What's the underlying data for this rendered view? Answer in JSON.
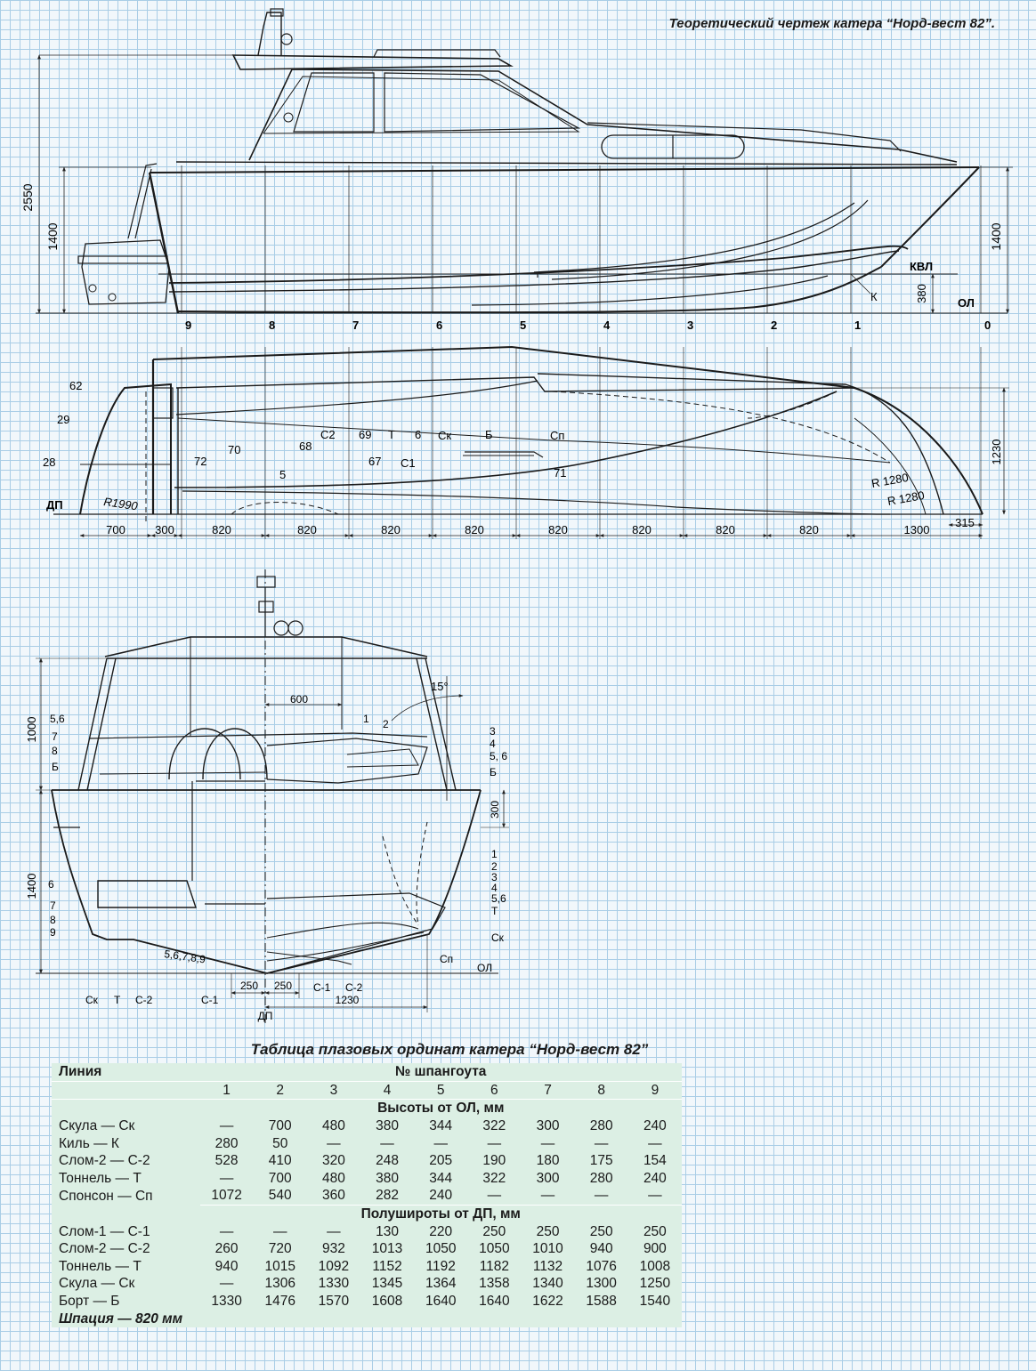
{
  "title": "Теоретический чертеж катера “Норд-вест 82”.",
  "profile": {
    "dims_left": [
      "2550",
      "1400"
    ],
    "dims_right": [
      "1400",
      "380"
    ],
    "waterlines": [
      "КВЛ",
      "ОЛ"
    ],
    "k_label": "К",
    "frames": [
      "9",
      "8",
      "7",
      "6",
      "5",
      "4",
      "3",
      "2",
      "1",
      "0"
    ]
  },
  "plan": {
    "labels": [
      "62",
      "29",
      "28",
      "72",
      "70",
      "5",
      "68",
      "С2",
      "69",
      "Т",
      "6",
      "Ск",
      "Б",
      "Сп",
      "67",
      "С1",
      "71"
    ],
    "dp": "ДП",
    "radii": [
      "R1990",
      "R 1280",
      "R 1280"
    ],
    "height_dim": "1230",
    "bottom_dims": [
      "700",
      "300",
      "820",
      "820",
      "820",
      "820",
      "820",
      "820",
      "820",
      "820",
      "1300"
    ],
    "right_dim": "315"
  },
  "body": {
    "dims_left": [
      "1000",
      "1400"
    ],
    "left_top_labels": [
      "5,6",
      "7",
      "8",
      "Б"
    ],
    "left_bot_labels": [
      "6",
      "7",
      "8",
      "9"
    ],
    "right_top_labels": [
      "3",
      "4",
      "5, 6",
      "Б"
    ],
    "right_bot_labels": [
      "1",
      "2",
      "3",
      "4",
      "5,6",
      "Т",
      "Ск",
      "Сп"
    ],
    "inner_labels": [
      "1",
      "2"
    ],
    "angle": "15°",
    "width_600": "600",
    "dim_300": "300",
    "ol": "ОЛ",
    "frame_set": "5,6,7,8,9",
    "bottom_labels": [
      "Ск",
      "Т",
      "С-2",
      "С-1",
      "С-1",
      "С-2"
    ],
    "bottom_dims": [
      "250",
      "250"
    ],
    "dim_1230": "1230",
    "dp": "ДП"
  },
  "table": {
    "title": "Таблица плазовых ординат катера “Норд-вест 82”",
    "col_line": "Линия",
    "col_frames": "№ шпангоута",
    "frames": [
      "1",
      "2",
      "3",
      "4",
      "5",
      "6",
      "7",
      "8",
      "9"
    ],
    "section1": "Высоты от ОЛ, мм",
    "rows1": [
      {
        "name": "Скула — Ск",
        "values": [
          "—",
          "700",
          "480",
          "380",
          "344",
          "322",
          "300",
          "280",
          "240"
        ]
      },
      {
        "name": "Киль — К",
        "values": [
          "280",
          "50",
          "—",
          "—",
          "—",
          "—",
          "—",
          "—",
          "—"
        ]
      },
      {
        "name": "Слом-2 — С-2",
        "values": [
          "528",
          "410",
          "320",
          "248",
          "205",
          "190",
          "180",
          "175",
          "154"
        ]
      },
      {
        "name": "Тоннель — Т",
        "values": [
          "—",
          "700",
          "480",
          "380",
          "344",
          "322",
          "300",
          "280",
          "240"
        ]
      },
      {
        "name": "Спонсон — Сп",
        "values": [
          "1072",
          "540",
          "360",
          "282",
          "240",
          "—",
          "—",
          "—",
          "—"
        ]
      }
    ],
    "section2": "Полушироты от ДП, мм",
    "rows2": [
      {
        "name": "Слом-1 — С-1",
        "values": [
          "—",
          "—",
          "—",
          "130",
          "220",
          "250",
          "250",
          "250",
          "250"
        ]
      },
      {
        "name": "Слом-2 — С-2",
        "values": [
          "260",
          "720",
          "932",
          "1013",
          "1050",
          "1050",
          "1010",
          "940",
          "900"
        ]
      },
      {
        "name": "Тоннель — Т",
        "values": [
          "940",
          "1015",
          "1092",
          "1152",
          "1192",
          "1182",
          "1132",
          "1076",
          "1008"
        ]
      },
      {
        "name": "Скула — Ск",
        "values": [
          "—",
          "1306",
          "1330",
          "1345",
          "1364",
          "1358",
          "1340",
          "1300",
          "1250"
        ]
      },
      {
        "name": "Борт — Б",
        "values": [
          "1330",
          "1476",
          "1570",
          "1608",
          "1640",
          "1640",
          "1622",
          "1588",
          "1540"
        ]
      }
    ],
    "footer": "Шпация — 820 мм"
  }
}
